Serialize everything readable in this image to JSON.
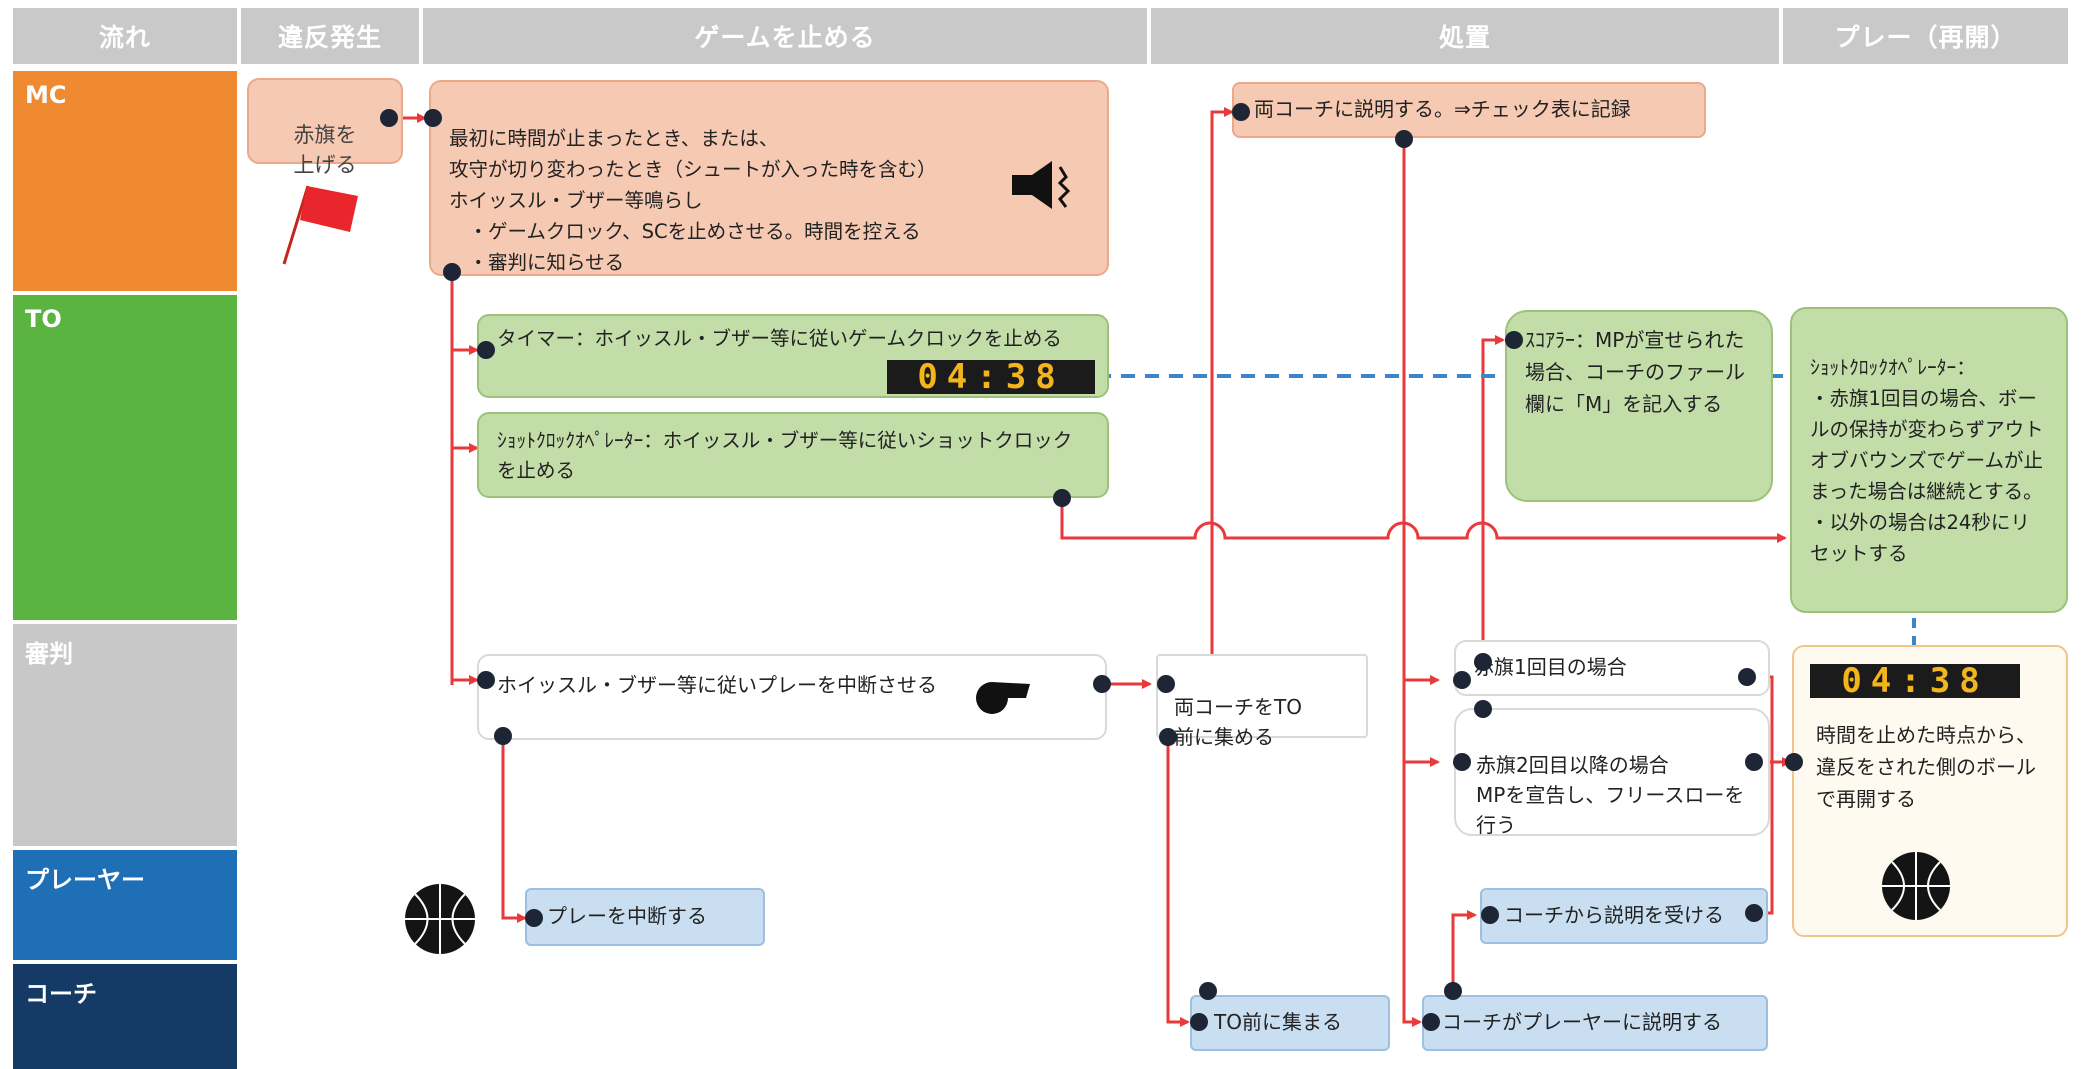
{
  "headers": {
    "flow": "流れ",
    "violation": "違反発生",
    "stop_game": "ゲームを止める",
    "action": "処置",
    "play_resume": "プレー（再開）"
  },
  "lanes": {
    "mc": "MC",
    "to": "TO",
    "referee": "審判",
    "player": "プレーヤー",
    "coach": "コーチ"
  },
  "colors": {
    "mc": "#f08a30",
    "to": "#5bb340",
    "referee": "#c8c8c8",
    "player": "#1f6fb7",
    "coach": "#163a66",
    "line": "#e8393b",
    "dashed": "#3a86c8"
  },
  "boxes": {
    "red_flag": "赤旗を\n上げる",
    "mc_main": "最初に時間が止まったとき、または、\n攻守が切り変わったとき（シュートが入った時を含む）\nホイッスル・ブザー等鳴らし\n　・ゲームクロック、SCを止めさせる。時間を控える\n　・審判に知らせる",
    "mc_explain": "両コーチに説明する。⇒チェック表に記録",
    "timer": "タイマー：ホイッスル・ブザー等に従いゲームクロックを止める",
    "shotclock": "ｼｮｯﾄｸﾛｯｸｵﾍﾟﾚｰﾀｰ：ホイッスル・ブザー等に従いショットクロックを止める",
    "scorer": "ｽｺｱﾗｰ：MPが宣せられた場合、コーチのファール欄に「M」を記入する",
    "sco_op": "ｼｮｯﾄｸﾛｯｸｵﾍﾟﾚｰﾀｰ：\n・赤旗1回目の場合、ボールの保持が変わらずアウトオブバウンズでゲームが止まった場合は継続とする。\n・以外の場合は24秒にリセットする",
    "ref_stop": "ホイッスル・ブザー等に従いプレーを中断させる",
    "gather_coaches": "両コーチをTO\n前に集める",
    "flag1": "赤旗1回目の場合",
    "flag2": "赤旗2回目以降の場合\nMPを宣告し、フリースローを行う",
    "resume": "時間を止めた時点から、違反をされた側のボールで再開する",
    "player_stop": "プレーを中断する",
    "receive_explain": "コーチから説明を受ける",
    "gather_to": "TO前に集まる",
    "coach_explain": "コーチがプレーヤーに説明する"
  },
  "clocks": {
    "game_clock": "04:38",
    "shot_clock": "04:38"
  },
  "icons": {
    "flag": "red-flag-icon",
    "buzzer": "buzzer-icon",
    "whistle": "whistle-icon",
    "ball": "basketball-icon"
  }
}
